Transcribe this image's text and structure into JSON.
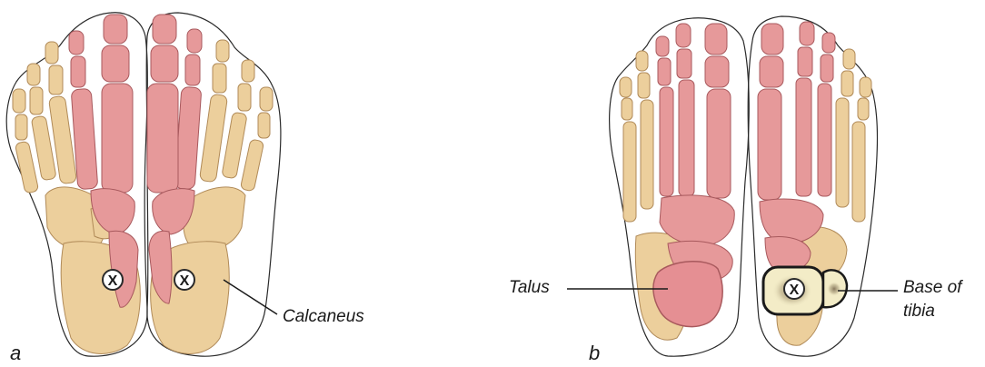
{
  "colors": {
    "background": "#ffffff",
    "outline": "#2a2a2a",
    "yellow_bone": "#eccf9c",
    "yellow_bone_edge": "#b08a58",
    "red_bone": "#e6999a",
    "red_bone_edge": "#a8595d",
    "talus": "#e58f93",
    "tibia_fill": "#f3ecc7",
    "marker_fill": "#ffffff"
  },
  "panels": {
    "a": {
      "letter": "a",
      "marker_symbol": "X"
    },
    "b": {
      "letter": "b",
      "marker_symbol": "X"
    }
  },
  "labels": {
    "calcaneus": "Calcaneus",
    "talus": "Talus",
    "base_of_tibia_line1": "Base of",
    "base_of_tibia_line2": "tibia"
  }
}
